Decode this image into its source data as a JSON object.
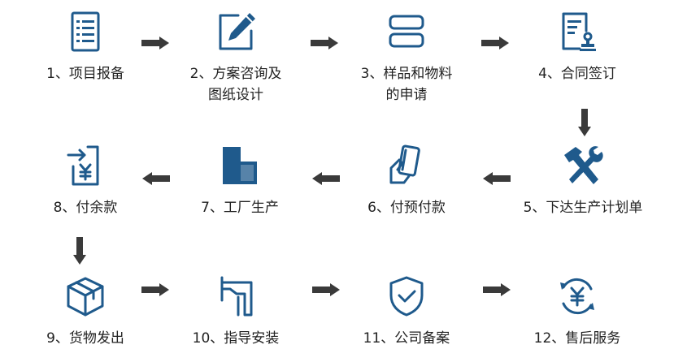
{
  "steps": [
    {
      "label": "1、项目报备",
      "icon": "document-list-icon"
    },
    {
      "label": "2、方案咨询及\n图纸设计",
      "icon": "pencil-edit-icon"
    },
    {
      "label": "3、样品和物料\n的申请",
      "icon": "stacked-blocks-icon"
    },
    {
      "label": "4、合同签订",
      "icon": "contract-stamp-icon"
    },
    {
      "label": "5、下达生产计划单",
      "icon": "hammer-wrench-icon"
    },
    {
      "label": "6、付预付款",
      "icon": "hand-card-payment-icon"
    },
    {
      "label": "7、工厂生产",
      "icon": "factory-blocks-icon"
    },
    {
      "label": "8、付余款",
      "icon": "yuan-transfer-icon"
    },
    {
      "label": "9、货物发出",
      "icon": "package-box-icon"
    },
    {
      "label": "10、指导安装",
      "icon": "installation-tool-icon"
    },
    {
      "label": "11、公司备案",
      "icon": "shield-check-icon"
    },
    {
      "label": "12、售后服务",
      "icon": "yuan-cycle-icon"
    }
  ],
  "colors": {
    "icon": "#1f5a8c",
    "arrow": "#3a3a3a",
    "text": "#222222"
  }
}
